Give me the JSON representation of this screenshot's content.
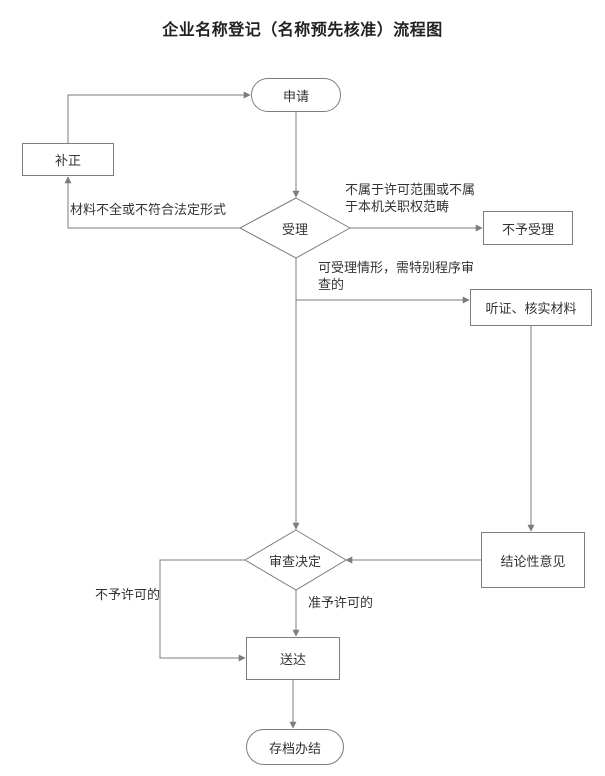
{
  "title": "企业名称登记（名称预先核准）流程图",
  "nodes": {
    "apply": "申请",
    "correction": "补正",
    "acceptance": "受理",
    "reject_acceptance": "不予受理",
    "hearing": "听证、核实材料",
    "review_decision": "审查决定",
    "conclusive_opinion": "结论性意见",
    "delivery": "送达",
    "archive": "存档办结"
  },
  "edge_labels": {
    "materials_incomplete": "材料不全或不符合法定形式",
    "not_in_scope": "不属于许可范围或不属\n于本机关职权范畴",
    "special_procedure": "可受理情形，需特别程序审\n查的",
    "not_permitted": "不予许可的",
    "permitted": "准予许可的"
  },
  "colors": {
    "line": "#7d7d7d",
    "text": "#333333",
    "node_fill": "#ffffff",
    "background": "#ffffff"
  }
}
